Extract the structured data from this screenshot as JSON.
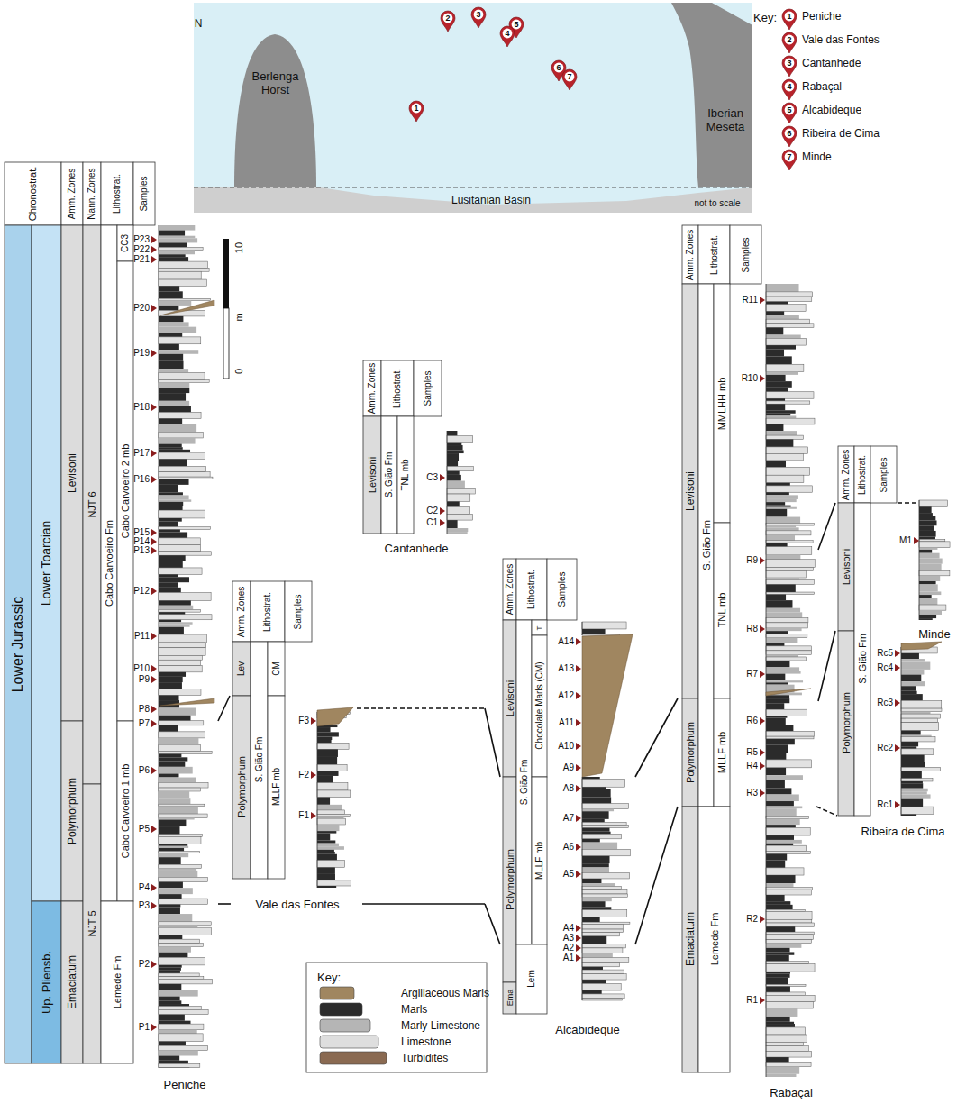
{
  "diagram": {
    "nodes": [
      {
        "text": [
          "Lusitanian Basin"
        ]
      },
      {
        "text": [
          "Berlenga Horst"
        ],
        "in": 0
      },
      {
        "text": [
          "Iberian Meseta"
        ],
        "in": 0
      },
      {
        "text": [
          "1"
        ],
        "in": 0
      },
      {
        "text": [
          "2"
        ],
        "in": 0
      },
      {
        "text": [
          "3"
        ],
        "in": 0
      },
      {
        "text": [
          "4"
        ],
        "in": 0
      },
      {
        "text": [
          "5"
        ],
        "in": 0
      },
      {
        "text": [
          "6"
        ],
        "in": 0
      },
      {
        "text": [
          "7"
        ],
        "in": 0
      }
    ],
    "labels": [
      "N",
      "not to scale",
      "Key:",
      "1",
      "Peniche",
      "2",
      "Vale das Fontes",
      "3",
      "Cantanhede",
      "4",
      "Rabaçal",
      "5",
      "Alcabideque",
      "6",
      "Ribeira de Cima",
      "7",
      "Minde",
      "Chronostrat.",
      "Amm. Zones",
      "Nann. Zones",
      "Lithostrat.",
      "Samples",
      "Lower Jurassic",
      "Lower Toarcian",
      "Up. Pliensb.",
      "Levisoni",
      "Polymorphum",
      "Emaciatum",
      "NJT 6",
      "NJT 5",
      "Cabo Carvoeiro Fm",
      "CC3",
      "Cabo Carvoeiro 2 mb",
      "Cabo Carvoeiro 1 mb",
      "Lemede Fm",
      "P23",
      "P22",
      "P21",
      "P20",
      "P19",
      "P18",
      "P17",
      "P16",
      "P15",
      "P14",
      "P13",
      "P12",
      "P11",
      "P10",
      "P9",
      "P8",
      "P7",
      "P6",
      "P5",
      "P4",
      "P3",
      "P2",
      "P1",
      "Peniche",
      "10",
      "m",
      "0",
      "Amm. Zones",
      "Lithostrat.",
      "Samples",
      "Levisoni",
      "S. Gião Fm",
      "TNL mb",
      "C3",
      "C2",
      "C1",
      "Cantanhede",
      "Amm. Zones",
      "Lithostrat.",
      "Samples",
      "Lev",
      "Polymorphum",
      "S. Gião Fm",
      "CM",
      "MLLF mb",
      "F3",
      "F2",
      "F1",
      "Vale das Fontes",
      "Amm. Zones",
      "Lithostrat.",
      "Samples",
      "Levisoni",
      "Polymorphum",
      "Ema",
      "S. Gião Fm",
      "T",
      "Chocolate Marls (CM)",
      "MLLF mb",
      "Lem",
      "A14",
      "A13",
      "A12",
      "A11",
      "A10",
      "A9",
      "A8",
      "A7",
      "A6",
      "A5",
      "A4",
      "A3",
      "A2",
      "A1",
      "Alcabideque",
      "Amm. Zones",
      "Lithostrat.",
      "Samples",
      "Levisoni",
      "Polymorphum",
      "Emaciatum",
      "S. Gião Fm",
      "Lemede Fm",
      "MMLHH mb",
      "TNL mb",
      "MLLF mb",
      "R11",
      "R10",
      "R9",
      "R8",
      "R7",
      "R6",
      "R5",
      "R4",
      "R3",
      "R2",
      "R1",
      "Rabaçal",
      "Amm. Zones",
      "Lithostrat.",
      "Samples",
      "Levisoni",
      "Polymorphum",
      "S. Gião Fm",
      "Rc5",
      "Rc4",
      "Rc3",
      "Rc2",
      "Rc1",
      "Ribeira de Cima",
      "M1",
      "Minde",
      "Key:"
    ],
    "legend": [
      {
        "text": "Argillaceous Marls",
        "color": "#a08660"
      },
      {
        "text": "Marls",
        "color": "#2b2b2b"
      },
      {
        "text": "Marly Limestone",
        "color": "#b5b5b5"
      },
      {
        "text": "Limestone",
        "color": "#dedede"
      },
      {
        "text": "Turbidites",
        "color": "#8a6a52"
      }
    ]
  }
}
